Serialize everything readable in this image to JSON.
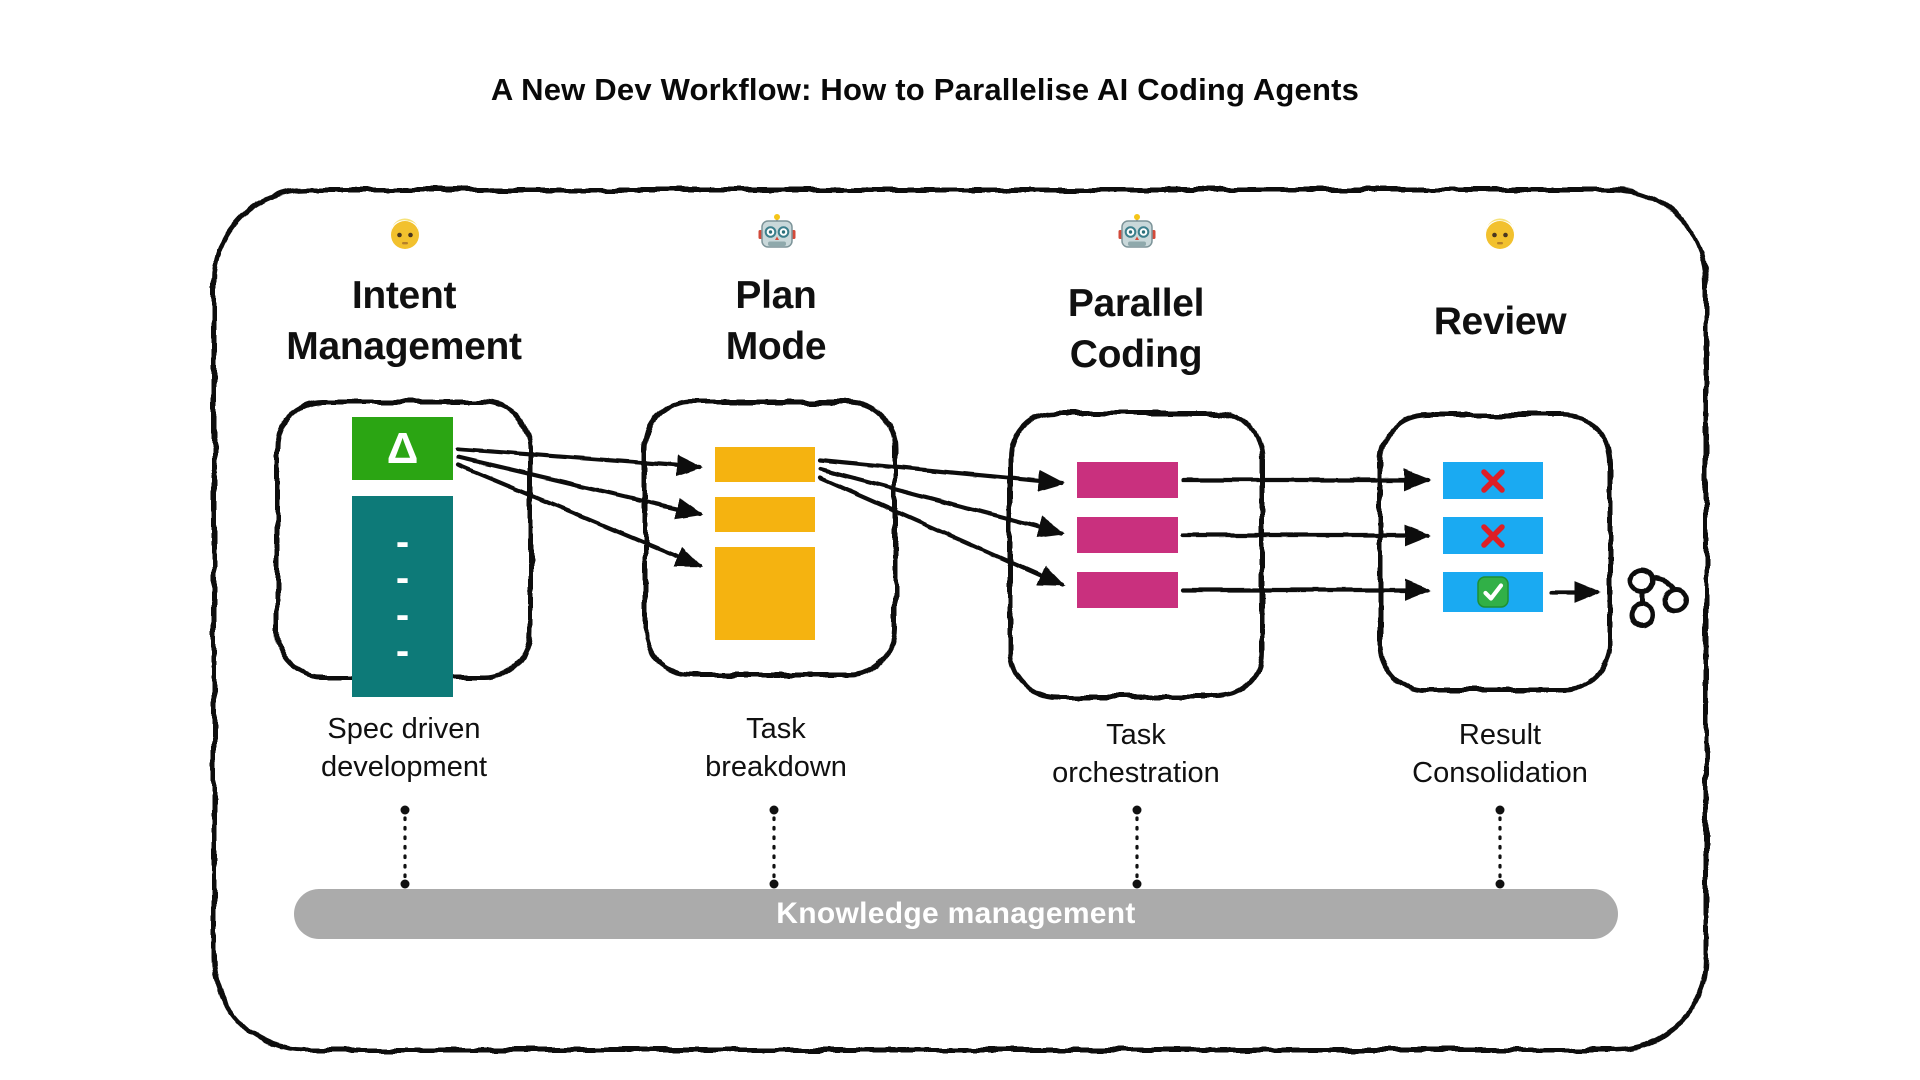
{
  "title": "A New Dev Workflow: How to Parallelise AI Coding Agents",
  "columns": [
    {
      "name": "Intent Management",
      "icon": "person-icon",
      "heading": "Intent\nManagement",
      "caption": "Spec driven\ndevelopment"
    },
    {
      "name": "Plan Mode",
      "icon": "robot-icon",
      "heading": "Plan\nMode",
      "caption": "Task\nbreakdown"
    },
    {
      "name": "Parallel Coding",
      "icon": "robot-icon",
      "heading": "Parallel\nCoding",
      "caption": "Task\norchestration"
    },
    {
      "name": "Review",
      "icon": "person-icon",
      "heading": "Review",
      "caption": "Result\nConsolidation"
    }
  ],
  "intent_box": {
    "delta_symbol": "Δ",
    "spec_list_marks": [
      "-",
      "-",
      "-",
      "-"
    ]
  },
  "plan_box": {
    "task_count": 3
  },
  "parallel_box": {
    "task_count": 3
  },
  "review_box": {
    "results": [
      {
        "icon": "cross-icon",
        "status": "rejected"
      },
      {
        "icon": "cross-icon",
        "status": "rejected"
      },
      {
        "icon": "check-icon",
        "status": "approved"
      }
    ],
    "output_icon": "git-branch-icon"
  },
  "knowledge_bar": {
    "label": "Knowledge management",
    "color": "#ababab"
  },
  "colors": {
    "delta_green": "#2ba513",
    "spec_teal": "#0d7a78",
    "task_amber": "#f5b310",
    "coding_magenta": "#c9307e",
    "review_blue": "#1aaaf2",
    "cross_red": "#dd1f26",
    "check_green": "#31b047",
    "knowledge_gray": "#ababab",
    "ink": "#111111"
  }
}
